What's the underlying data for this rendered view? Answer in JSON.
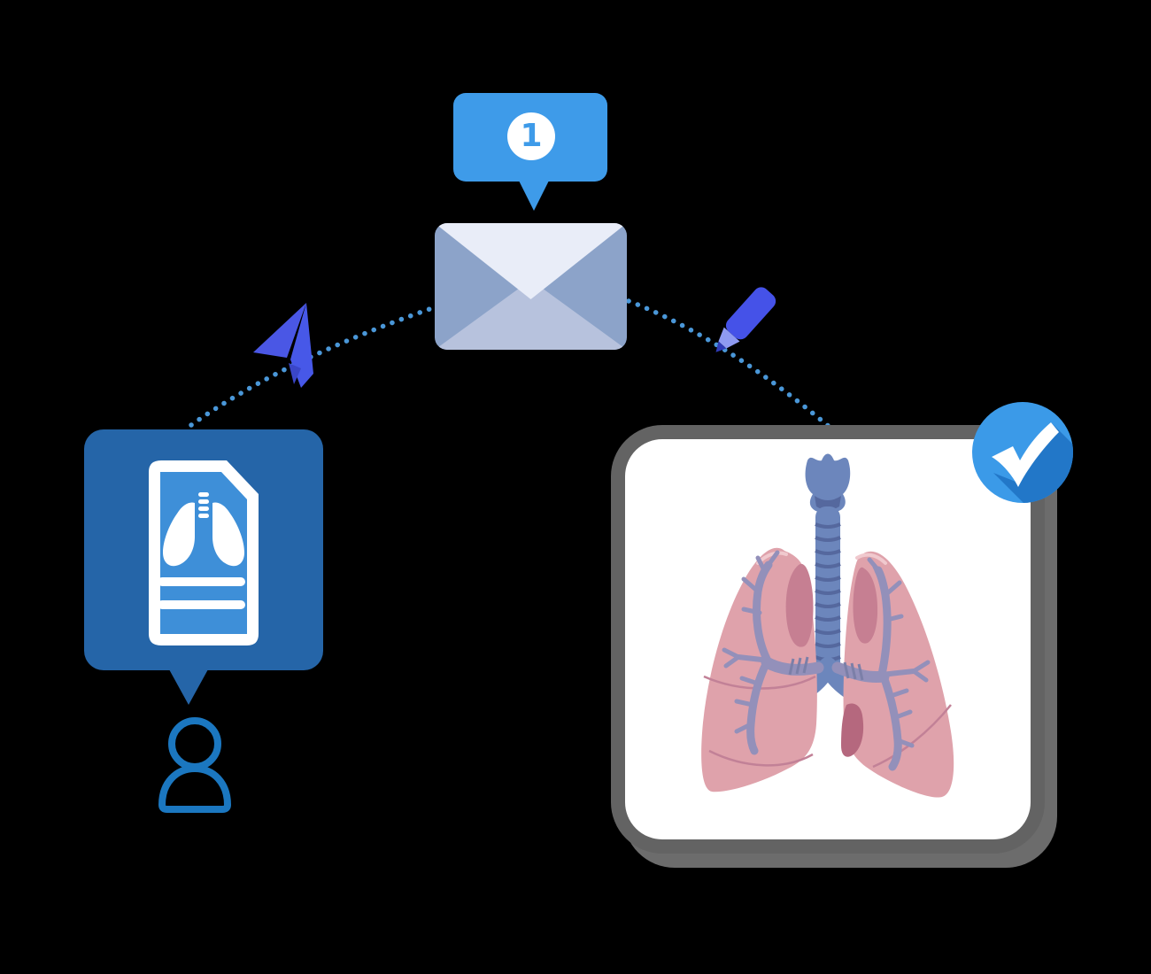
{
  "scene": {
    "background_color": "#000000",
    "type": "workflow-illustration"
  },
  "notification_badge": {
    "count": "1",
    "bubble_color": "#3E9BE9",
    "circle_color": "#FFFFFF",
    "count_color": "#3E9BE9"
  },
  "envelope": {
    "flap_color": "#E9EDF8",
    "side_color": "#8CA3C9",
    "bottom_color": "#B7C2DD"
  },
  "paper_plane": {
    "color": "#4A57E5",
    "fold_color": "#3A46C8"
  },
  "pencil": {
    "body_color": "#4552E8",
    "tip_color": "#8E9AF2",
    "point_color": "#2F3BB8"
  },
  "connector": {
    "dot_color": "#4A97D8",
    "style": "dotted-arc"
  },
  "report_bubble": {
    "background_color": "#2565A8",
    "document_frame_color": "#FFFFFF",
    "document_fill_color": "#3E8FD8",
    "glyph": "lungs",
    "text_lines": 2
  },
  "person": {
    "stroke_color": "#1B77C0"
  },
  "result_card": {
    "background_color": "#FFFFFF",
    "border_color": "#636363",
    "lung_color": "#DFA2AB",
    "lung_inner_shadow_color": "#C67F92",
    "cardiac_notch_color": "#B5687E",
    "bronchi_color": "#9390BA",
    "trachea_color": "#6C86BC",
    "trachea_ring_color": "#55689E"
  },
  "check_badge": {
    "circle_color": "#3B9AE8",
    "shadow_color": "#2277C8",
    "check_color": "#FFFFFF"
  },
  "icons": [
    "notification-badge",
    "envelope-icon",
    "paper-plane-icon",
    "pencil-icon",
    "document-report-icon",
    "lungs-glyph-icon",
    "person-icon",
    "lungs-illustration",
    "checkmark-icon"
  ]
}
